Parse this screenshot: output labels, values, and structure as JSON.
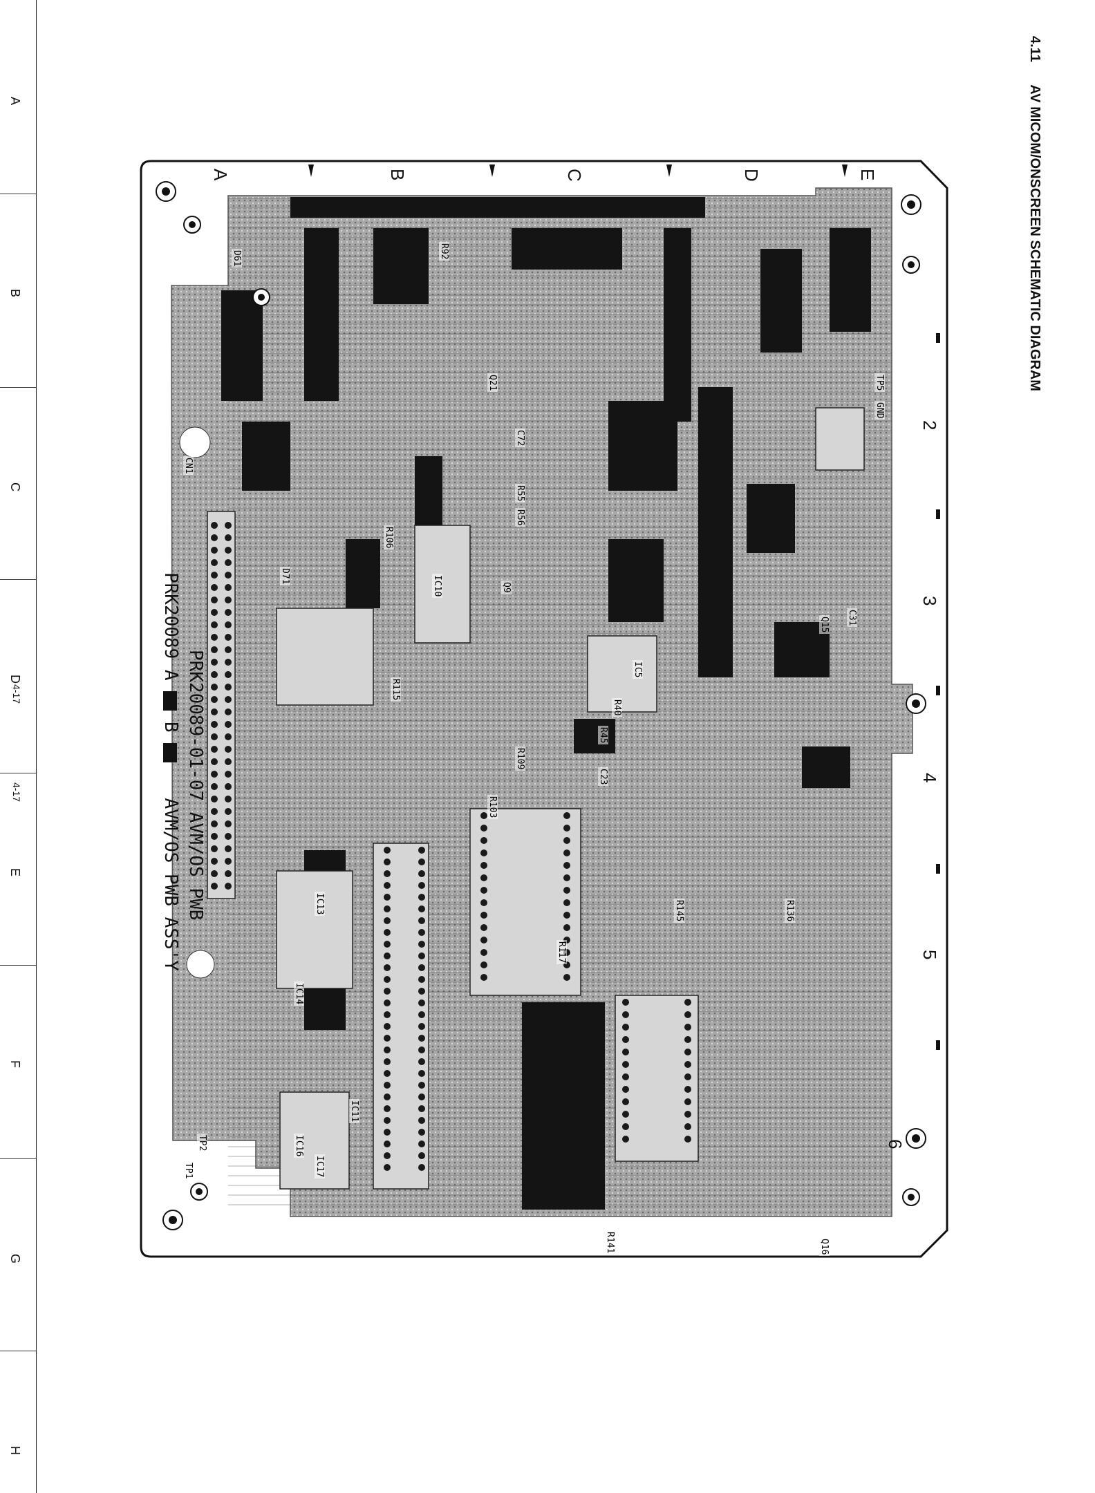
{
  "section": {
    "number": "4.11",
    "title": "AV MICOM/ONSCREEN SCHEMATIC DIAGRAM"
  },
  "page_edge_letters": [
    "A",
    "B",
    "C",
    "D",
    "E",
    "F",
    "G",
    "H"
  ],
  "page_numbers": [
    "4-17",
    "4-17"
  ],
  "board": {
    "row_letters": [
      "A",
      "B",
      "C",
      "D",
      "E"
    ],
    "column_numbers": [
      "2",
      "3",
      "4",
      "5",
      "6"
    ],
    "part_number": "PRK20089",
    "variant_line": "PRK20089-01-07   AVM/OS PWB",
    "side_marker": "PRK20089 A",
    "side_marker_b": "B",
    "assembly_name": "AVM/OS PWB ASS'Y",
    "component_labels": [
      "IC5",
      "IC10",
      "IC11",
      "IC13",
      "IC14",
      "IC16",
      "IC17",
      "R40",
      "R45",
      "R55",
      "R56",
      "R92",
      "R103",
      "R106",
      "R109",
      "R115",
      "R117",
      "R136",
      "R141",
      "R145",
      "C23",
      "C31",
      "C72",
      "Q9",
      "Q15",
      "Q16",
      "Q21",
      "D61",
      "D71",
      "TP1",
      "TP2",
      "TP5",
      "GND",
      "CN1"
    ]
  },
  "colors": {
    "ink": "#111111",
    "board_fill": "#9a9a9a",
    "board_light": "#cfcfcf",
    "copper_dark": "#141414"
  }
}
